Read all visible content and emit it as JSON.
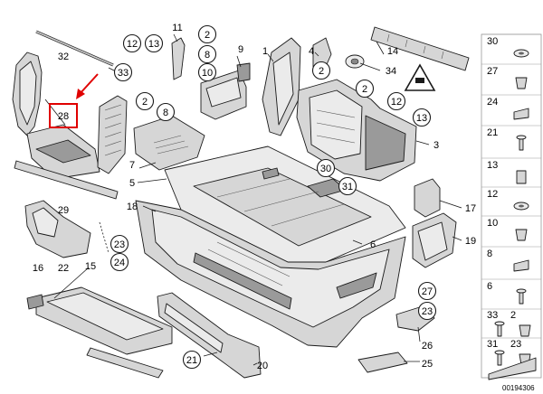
{
  "diagram": {
    "diagram_id": "00194306",
    "highlighted_part": "28",
    "plain_labels": [
      {
        "id": "lbl-32",
        "text": "32"
      },
      {
        "id": "lbl-28",
        "text": "28"
      },
      {
        "id": "lbl-29",
        "text": "29"
      },
      {
        "id": "lbl-16",
        "text": "16"
      },
      {
        "id": "lbl-22",
        "text": "22"
      },
      {
        "id": "lbl-15",
        "text": "15"
      },
      {
        "id": "lbl-11",
        "text": "11"
      },
      {
        "id": "lbl-9",
        "text": "9"
      },
      {
        "id": "lbl-1",
        "text": "1"
      },
      {
        "id": "lbl-4",
        "text": "4"
      },
      {
        "id": "lbl-14",
        "text": "14"
      },
      {
        "id": "lbl-34",
        "text": "34"
      },
      {
        "id": "lbl-3",
        "text": "3"
      },
      {
        "id": "lbl-7",
        "text": "7"
      },
      {
        "id": "lbl-5",
        "text": "5"
      },
      {
        "id": "lbl-18",
        "text": "18"
      },
      {
        "id": "lbl-17",
        "text": "17"
      },
      {
        "id": "lbl-19",
        "text": "19"
      },
      {
        "id": "lbl-6",
        "text": "6"
      },
      {
        "id": "lbl-26",
        "text": "26"
      },
      {
        "id": "lbl-25",
        "text": "25"
      },
      {
        "id": "lbl-20",
        "text": "20"
      }
    ],
    "circle_labels": [
      {
        "id": "c-33",
        "text": "33"
      },
      {
        "id": "c-12a",
        "text": "12"
      },
      {
        "id": "c-13a",
        "text": "13"
      },
      {
        "id": "c-2a",
        "text": "2"
      },
      {
        "id": "c-8a",
        "text": "8"
      },
      {
        "id": "c-10a",
        "text": "10"
      },
      {
        "id": "c-2b",
        "text": "2"
      },
      {
        "id": "c-8b",
        "text": "8"
      },
      {
        "id": "c-2c",
        "text": "2"
      },
      {
        "id": "c-2d",
        "text": "2"
      },
      {
        "id": "c-12b",
        "text": "12"
      },
      {
        "id": "c-13b",
        "text": "13"
      },
      {
        "id": "c-30",
        "text": "30"
      },
      {
        "id": "c-31",
        "text": "31"
      },
      {
        "id": "c-23",
        "text": "23"
      },
      {
        "id": "c-24",
        "text": "24"
      },
      {
        "id": "c-27",
        "text": "27"
      },
      {
        "id": "c-23b",
        "text": "23"
      },
      {
        "id": "c-21",
        "text": "21"
      }
    ],
    "sidebar_labels": [
      {
        "id": "s-30",
        "text": "30"
      },
      {
        "id": "s-27",
        "text": "27"
      },
      {
        "id": "s-24",
        "text": "24"
      },
      {
        "id": "s-21",
        "text": "21"
      },
      {
        "id": "s-13",
        "text": "13"
      },
      {
        "id": "s-12",
        "text": "12"
      },
      {
        "id": "s-10",
        "text": "10"
      },
      {
        "id": "s-8",
        "text": "8"
      },
      {
        "id": "s-6",
        "text": "6"
      },
      {
        "id": "s-33",
        "text": "33"
      },
      {
        "id": "s-31",
        "text": "31"
      },
      {
        "id": "s-2",
        "text": "2"
      },
      {
        "id": "s-23",
        "text": "23"
      }
    ]
  }
}
